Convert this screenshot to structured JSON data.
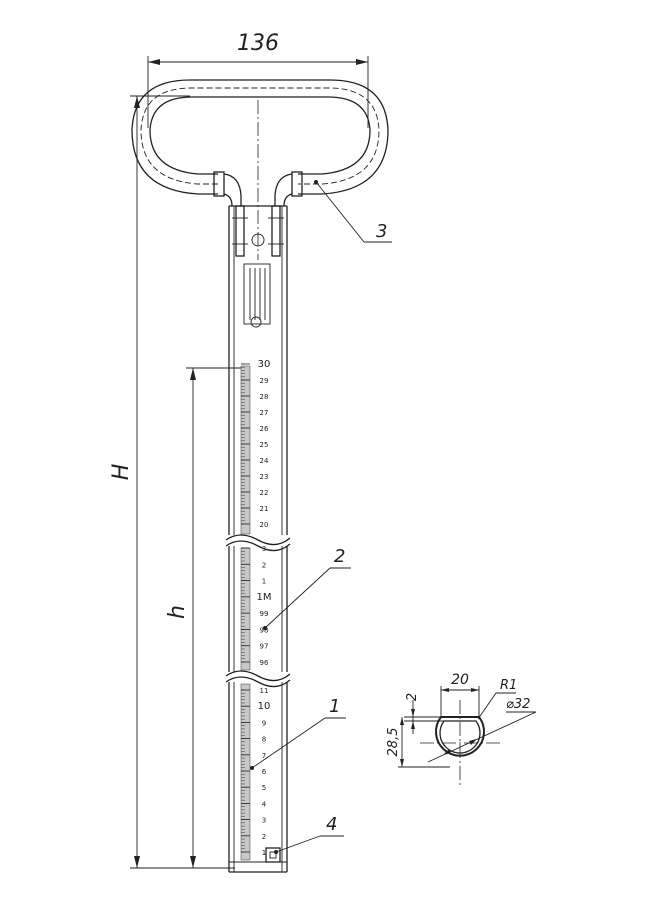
{
  "dimensions": {
    "width": "136",
    "height_total": "H",
    "height_fill": "h",
    "section_width": "20",
    "section_wall": "2",
    "section_height": "28,5",
    "section_radius": "R1",
    "section_diameter": "⌀32"
  },
  "callouts": [
    "1",
    "2",
    "3",
    "4"
  ],
  "scale": {
    "upper_labels": [
      "30",
      "29",
      "28",
      "27",
      "26",
      "25",
      "24",
      "23",
      "22",
      "21",
      "20"
    ],
    "middle_labels": [
      "3",
      "2",
      "1",
      "1M",
      "99",
      "98",
      "97",
      "96"
    ],
    "lower_labels": [
      "11",
      "10",
      "9",
      "8",
      "7",
      "6",
      "5",
      "4",
      "3",
      "2",
      "1"
    ]
  },
  "colors": {
    "line": "#222222",
    "background": "#ffffff"
  }
}
